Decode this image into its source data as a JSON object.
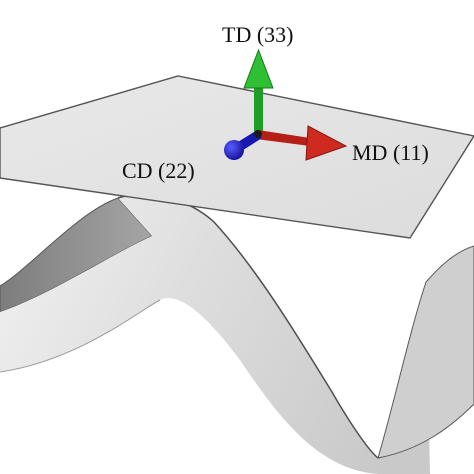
{
  "axes": {
    "td": {
      "label": "TD (33)",
      "color": "#22a52a"
    },
    "md": {
      "label": "MD (11)",
      "color": "#c0231b"
    },
    "cd": {
      "label": "CD (22)",
      "color": "#1f1fcc"
    }
  },
  "colors": {
    "flat_sheet": "#e3e3e3",
    "wave_front": "#dcdcdc",
    "wave_back": "#8f8f8f",
    "outline": "#5a5a5a"
  }
}
